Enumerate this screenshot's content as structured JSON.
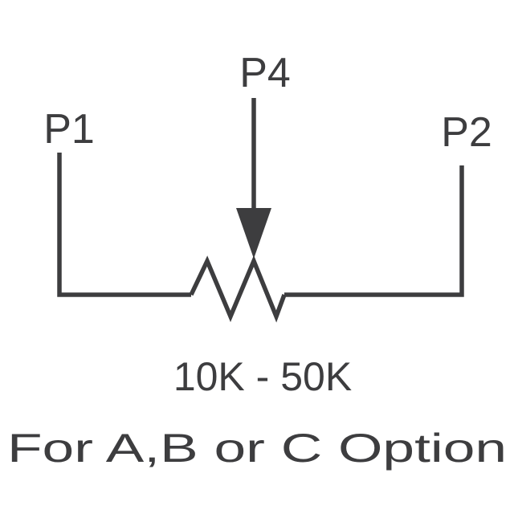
{
  "diagram": {
    "pins": {
      "p1": "P1",
      "p2": "P2",
      "p4": "P4"
    },
    "caption": {
      "value_range": "10K - 50K",
      "option_note": "For A,B or C Option"
    },
    "colors": {
      "stroke": "#3d3d3f",
      "text": "#3d3d3f",
      "background": "#ffffff"
    }
  }
}
